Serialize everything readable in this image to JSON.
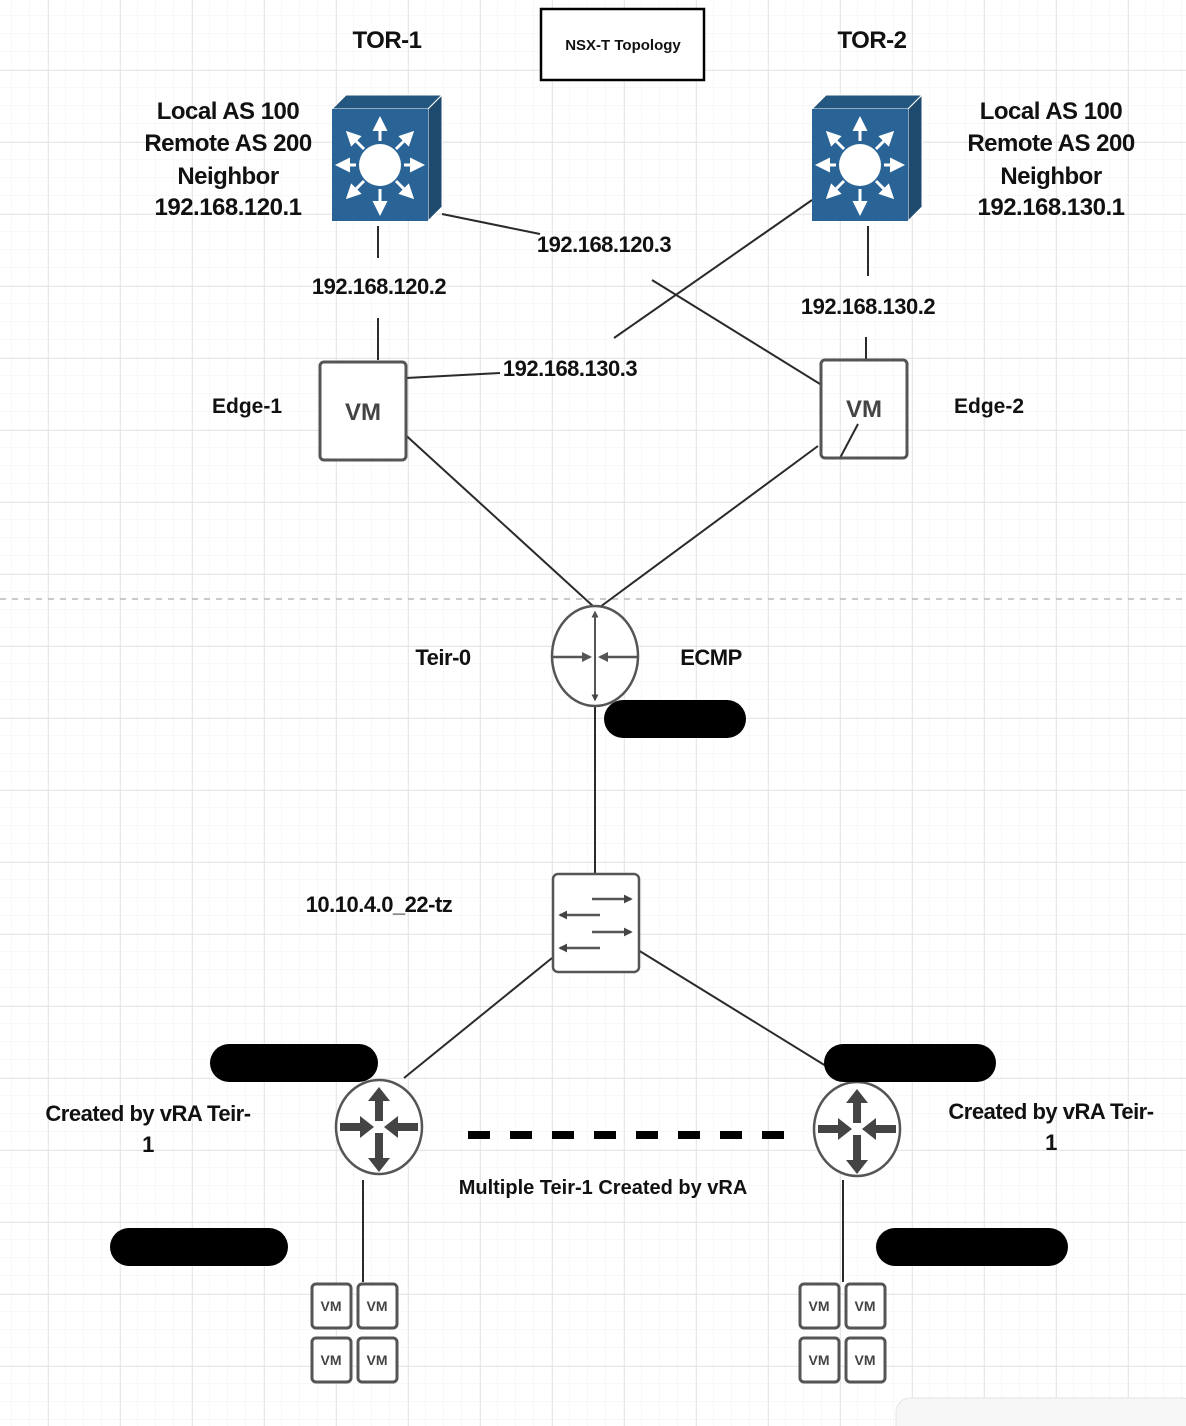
{
  "title": "NSX-T Topology",
  "colors": {
    "switch_front": "#2a6496",
    "switch_top": "#23577f",
    "switch_side": "#1d4a6d",
    "grid_minor": "#f1f1f1",
    "grid_major": "#e2e2e2",
    "shape_stroke": "#555555",
    "redaction": "#000000"
  },
  "tors": [
    {
      "name": "TOR-1",
      "icon": "l3-switch-icon",
      "bgp": [
        "Local AS 100",
        "Remote AS 200",
        "Neighbor",
        "192.168.120.1"
      ],
      "uplink_ip": "192.168.120.2",
      "cross_ip": "192.168.120.3"
    },
    {
      "name": "TOR-2",
      "icon": "l3-switch-icon",
      "bgp": [
        "Local AS 100",
        "Remote AS 200",
        "Neighbor",
        "192.168.130.1"
      ],
      "uplink_ip": "192.168.130.2",
      "cross_ip": "192.168.130.3"
    }
  ],
  "edges": [
    {
      "name": "Edge-1",
      "box_label": "VM"
    },
    {
      "name": "Edge-2",
      "box_label": "VM"
    }
  ],
  "tier0": {
    "label": "Teir-0",
    "mode": "ECMP",
    "icon": "tier0-router-icon"
  },
  "segment": {
    "label": "10.10.4.0_22-tz",
    "icon": "logical-switch-icon"
  },
  "tier1": [
    {
      "label_line1": "Created by vRA Teir-",
      "label_line2": "1",
      "icon": "router-icon"
    },
    {
      "label_line1": "Created by vRA Teir-",
      "label_line2": "1",
      "icon": "router-icon"
    }
  ],
  "tier1_note": "Multiple Teir-1 Created by vRA",
  "workload_vms": [
    [
      "VM",
      "VM",
      "VM",
      "VM"
    ],
    [
      "VM",
      "VM",
      "VM",
      "VM"
    ]
  ]
}
